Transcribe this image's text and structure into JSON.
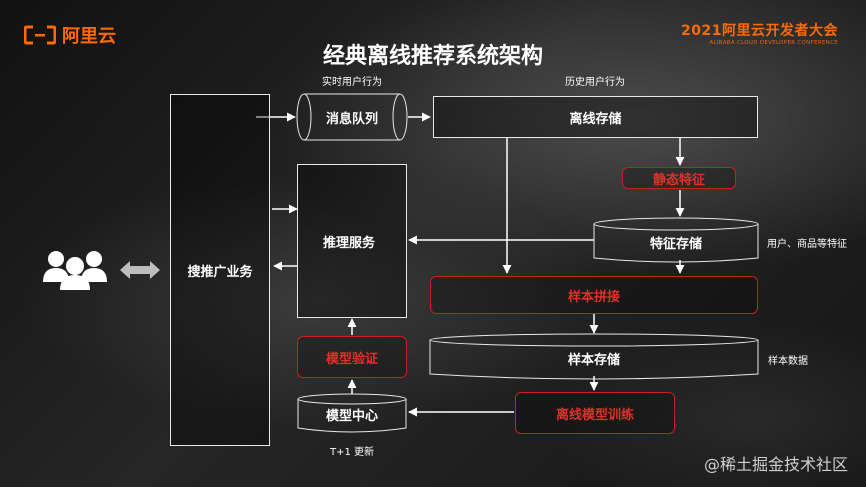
{
  "brand": {
    "logo_text": "阿里云",
    "accent": "#ff6a00"
  },
  "conference": {
    "line1": "2021阿里云开发者大会",
    "line2": "ALIBABA CLOUD DEVELOPER CONFERENCE"
  },
  "title": "经典离线推荐系统架构",
  "nodes": {
    "search_ads": "搜推广业务",
    "message_queue": "消息队列",
    "offline_storage": "离线存储",
    "static_features": "静态特征",
    "feature_storage": "特征存储",
    "inference_service": "推理服务",
    "sample_join": "样本拼接",
    "sample_storage": "样本存储",
    "model_validation": "模型验证",
    "model_center": "模型中心",
    "offline_training": "离线模型训练"
  },
  "annotations": {
    "realtime_behavior": "实时用户行为",
    "history_behavior": "历史用户行为",
    "user_item_features": "用户、商品等特征",
    "sample_data": "样本数据",
    "t1_update": "T+1 更新"
  },
  "watermark": "@稀土掘金技术社区",
  "colors": {
    "red": "#c8201e",
    "line": "#ffffff",
    "bg": "#1b1b1b"
  }
}
